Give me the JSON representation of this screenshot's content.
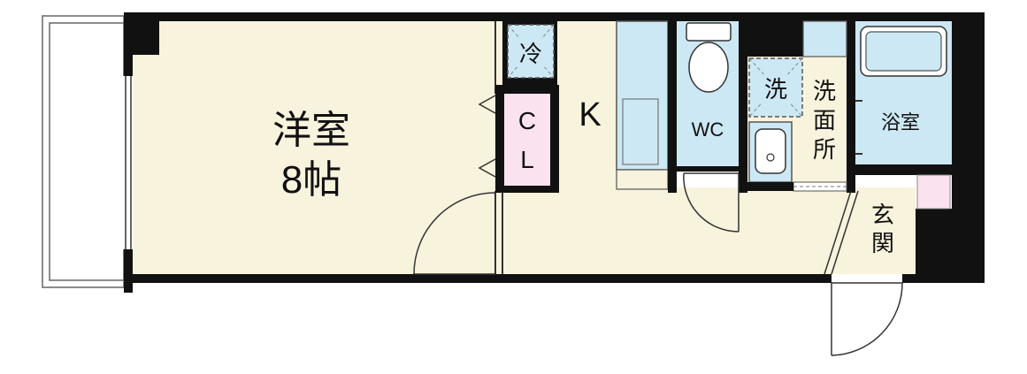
{
  "rooms": {
    "western_room_name": "洋室",
    "western_room_size": "8帖",
    "kitchen": "K",
    "closet_c": "C",
    "closet_l": "L",
    "fridge": "冷",
    "washer": "洗",
    "toilet": "WC",
    "washroom_1": "洗",
    "washroom_2": "面",
    "washroom_3": "所",
    "bathroom": "浴室",
    "entrance_1": "玄",
    "entrance_2": "関"
  },
  "colors": {
    "floor": "#f8f3dc",
    "wall": "#111111",
    "fixture_blue": "#cce8f4",
    "closet_pink": "#fae3ee"
  }
}
